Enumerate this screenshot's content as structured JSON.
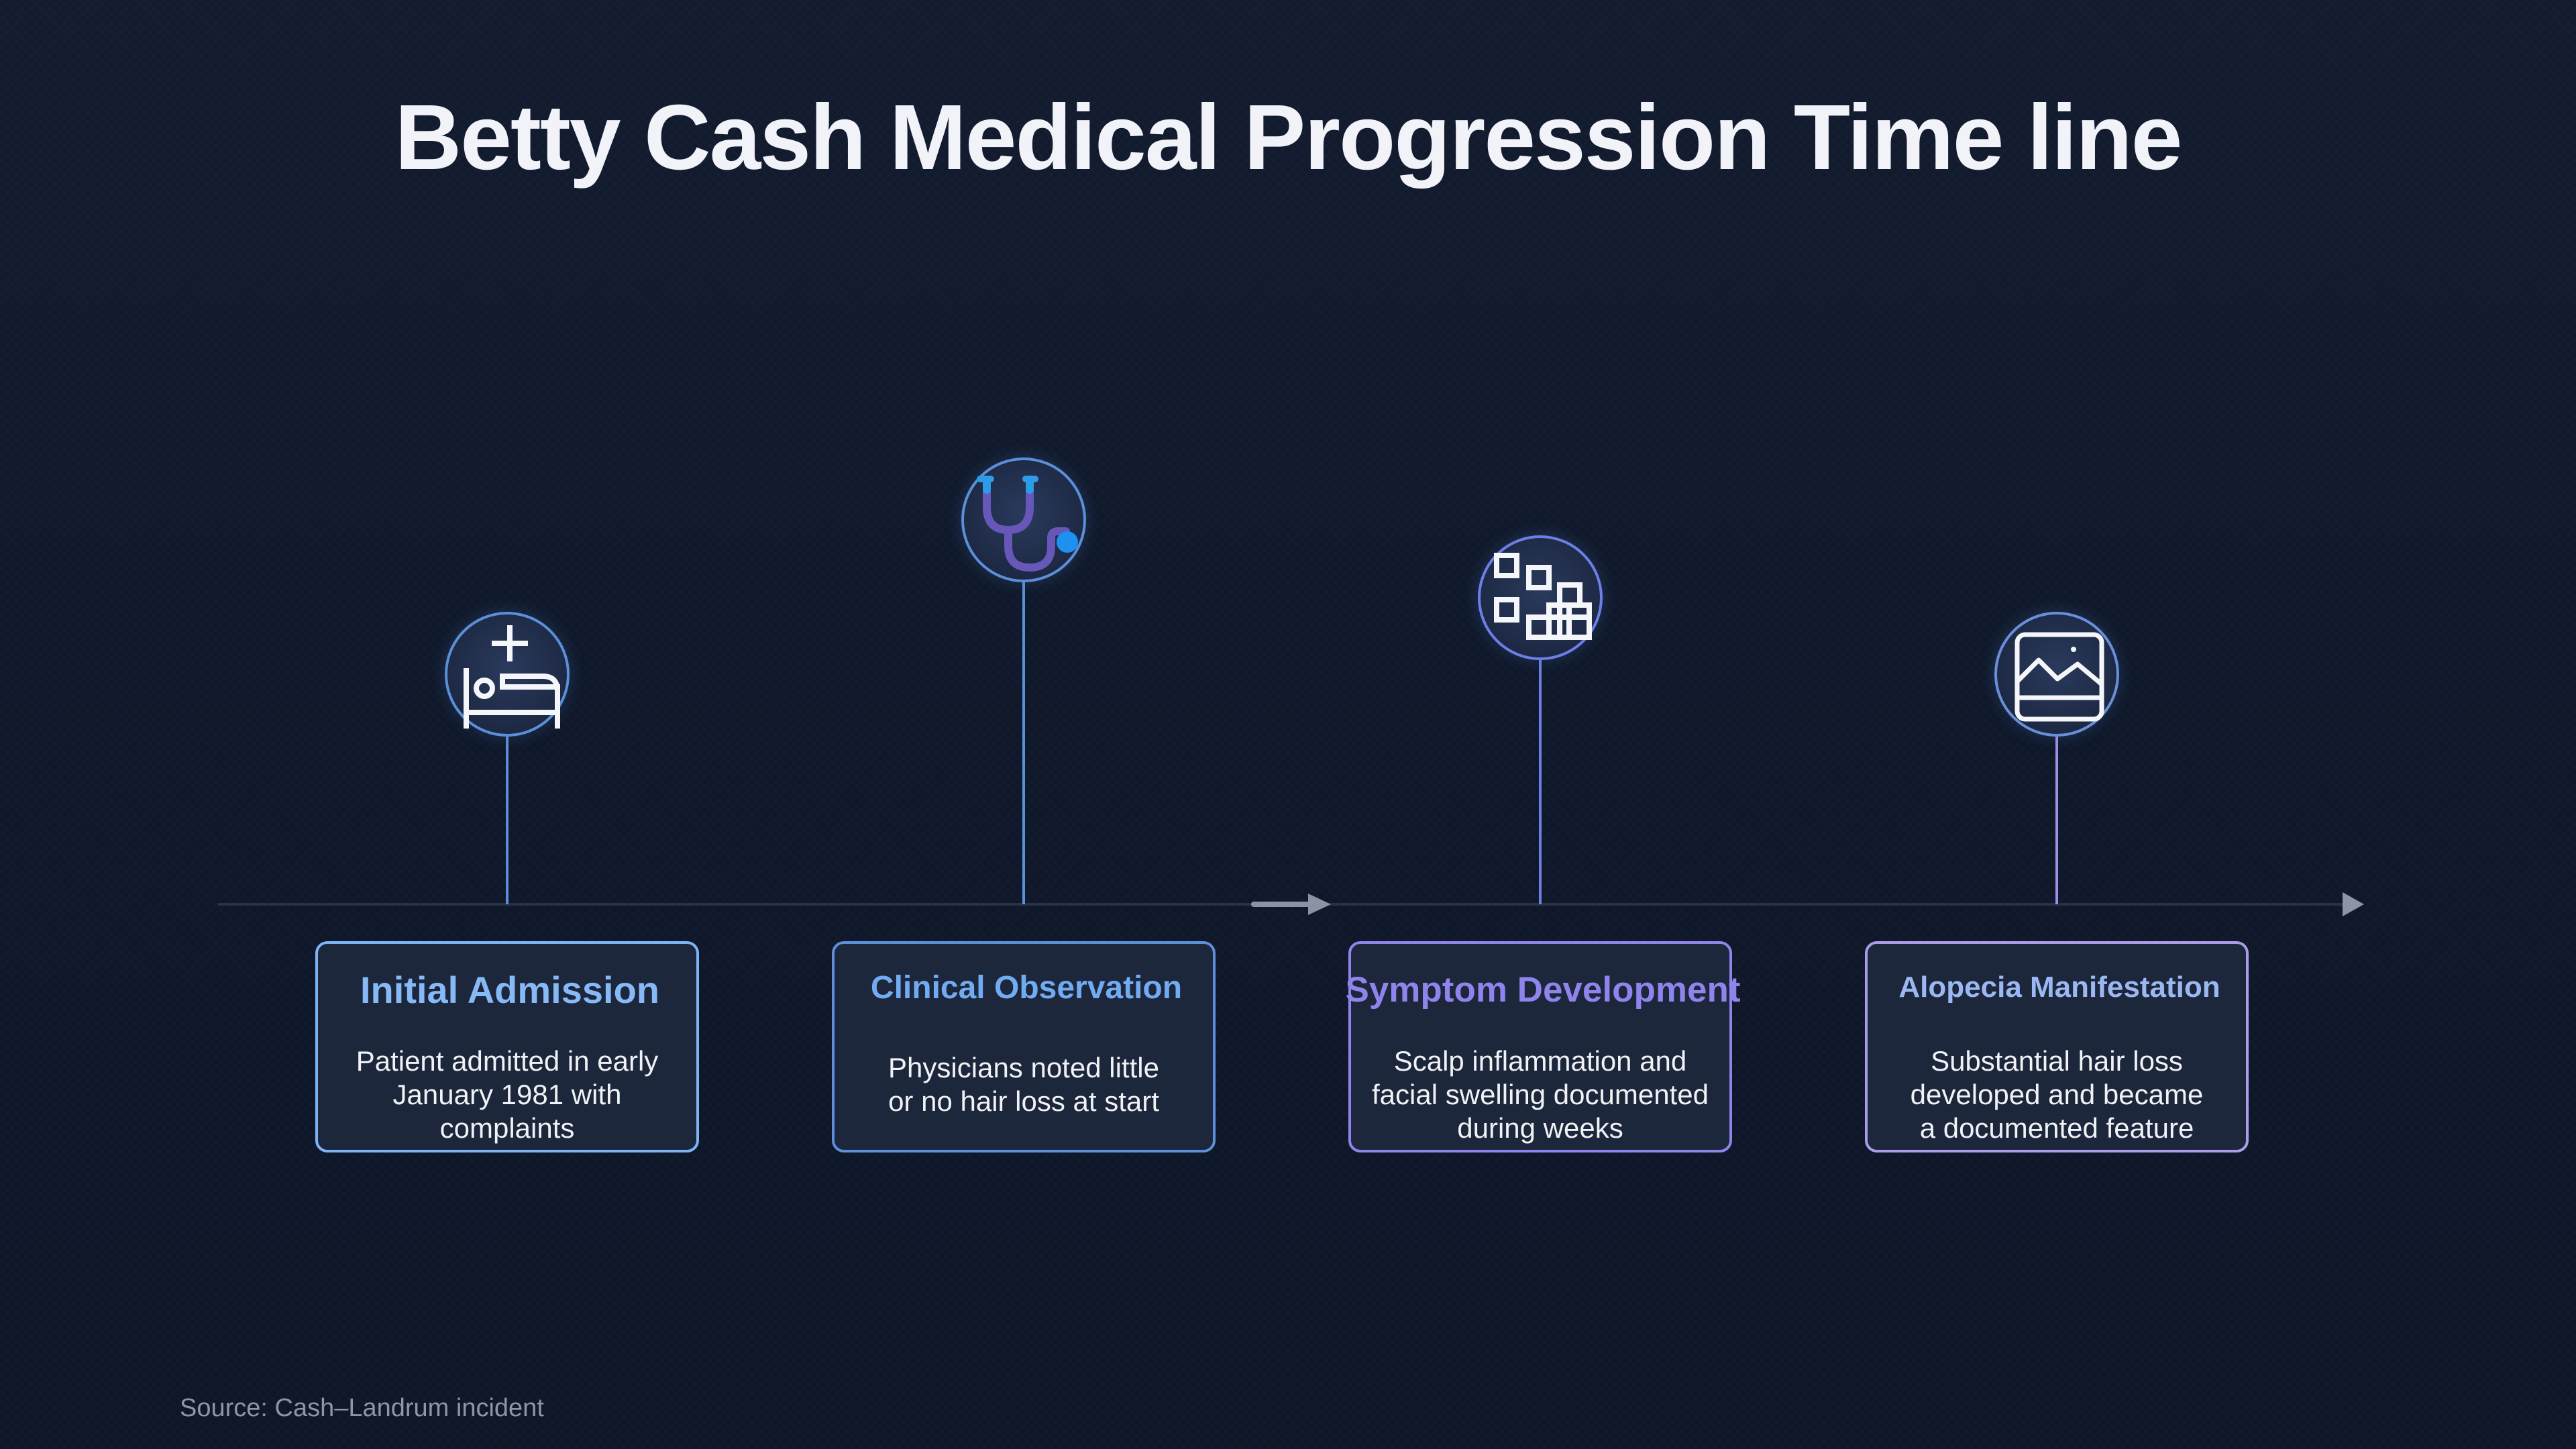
{
  "title": "Betty Cash Medical Progression Time line",
  "source": "Source: Cash–Landrum incident",
  "colors": {
    "background": "#111a2d",
    "axis": "#283245",
    "title": "#f1f3f8",
    "blue": "#7db3f5",
    "mid_blue": "#6aa2e8",
    "violet": "#8f84ec",
    "lavender": "#a99ce8"
  },
  "events": [
    {
      "title": "Initial Admission",
      "description_lines": [
        "Patient admitted in early",
        "January 1981 with",
        "complaints"
      ],
      "icon": "hospital-bed-icon"
    },
    {
      "title": "Clinical Observation",
      "description_lines": [
        "Physicians noted little",
        "or no hair loss at start"
      ],
      "icon": "stethoscope-icon"
    },
    {
      "title": "Symptom Development",
      "description_lines": [
        "Scalp inflammation and",
        "facial swelling documented",
        "during weeks"
      ],
      "icon": "grid-blocks-icon"
    },
    {
      "title": "Alopecia Manifestation",
      "description_lines": [
        "Substantial hair loss",
        "developed and became",
        "a documented feature"
      ],
      "icon": "landscape-image-icon"
    }
  ]
}
